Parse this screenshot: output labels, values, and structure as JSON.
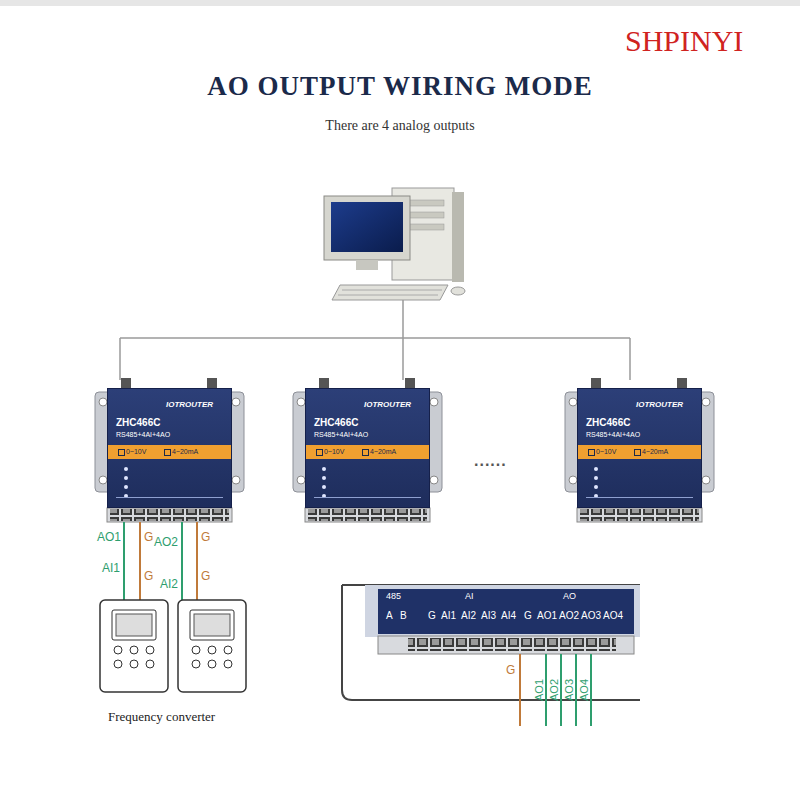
{
  "diagram": {
    "title": "AO OUTPUT WIRING MODE",
    "nodes": [
      {
        "text": [
          "IOTROUTER",
          "ZHC466C",
          "RS485+4AI+4AO",
          "0~10V",
          "4~20mA"
        ]
      },
      {
        "text": [
          "IOTROUTER",
          "ZHC466C",
          "RS485+4AI+4AO",
          "0~10V",
          "4~20mA"
        ]
      },
      {
        "text": [
          "IOTROUTER",
          "ZHC466C",
          "RS485+4AI+4AO",
          "0~10V",
          "4~20mA"
        ]
      }
    ],
    "labels": [
      "SHPINYI",
      "There are 4 analog outputs",
      "AO1",
      "G",
      "AO2",
      "G",
      "AI1",
      "G",
      "AI2",
      "G",
      "Frequency converter",
      "......",
      "485",
      "A",
      "B",
      "AI",
      "G",
      "AI1",
      "AI2",
      "AI3",
      "AI4",
      "AO",
      "G",
      "AO1",
      "AO2",
      "AO3",
      "AO4",
      "G",
      "AO1",
      "AO2",
      "AO3",
      "AO4"
    ]
  }
}
